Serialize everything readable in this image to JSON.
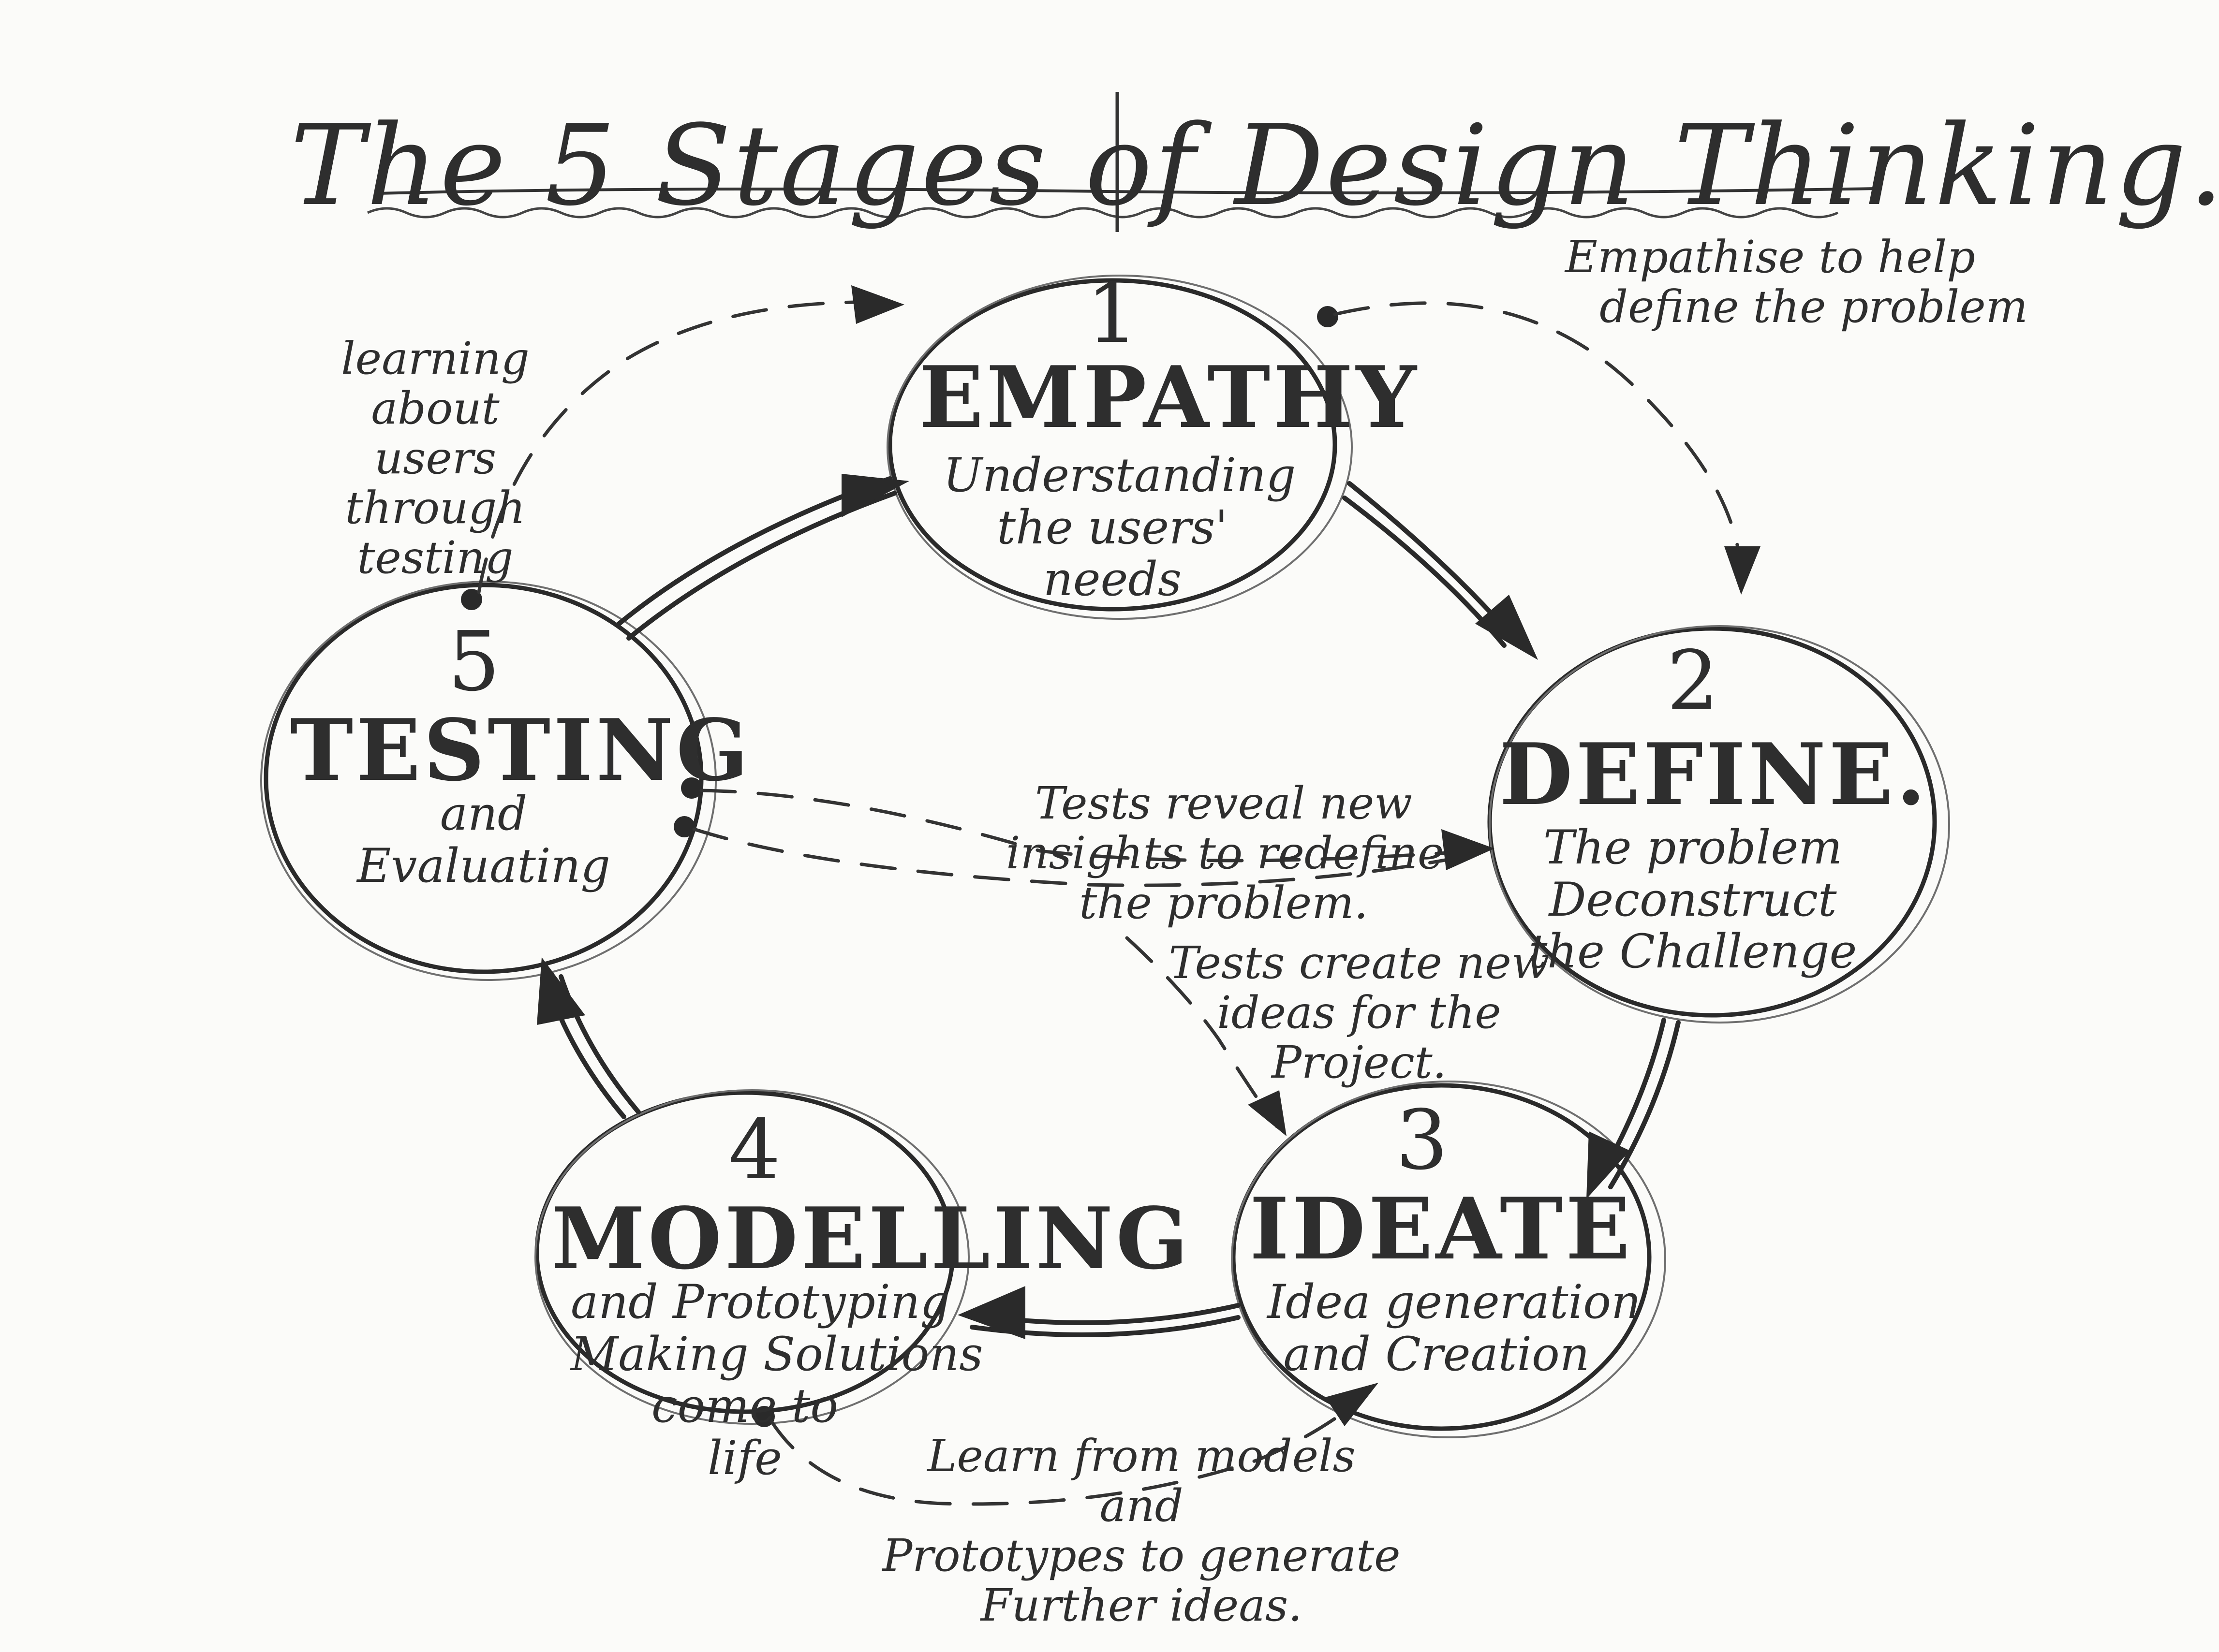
{
  "title": "The 5 Stages of Design Thinking.",
  "stages": [
    {
      "number": "1",
      "name": "EMPATHY",
      "description": [
        "Understanding",
        "the users'",
        "needs"
      ]
    },
    {
      "number": "2",
      "name": "DEFINE.",
      "description": [
        "The problem",
        "Deconstruct",
        "the Challenge"
      ]
    },
    {
      "number": "3",
      "name": "IDEATE",
      "description": [
        "Idea generation",
        "and Creation"
      ]
    },
    {
      "number": "4",
      "name": "MODELLING",
      "description": [
        "and Prototyping",
        "Making Solutions",
        "come to",
        "life"
      ]
    },
    {
      "number": "5",
      "name": "TESTING",
      "description": [
        "and",
        "Evaluating"
      ]
    }
  ],
  "annotations": {
    "empathise": [
      "Empathise to help",
      "define the problem"
    ],
    "learning": [
      "learning",
      "about",
      "users",
      "through",
      "testing"
    ],
    "tests_reveal": [
      "Tests reveal new",
      "insights to redefine",
      "the problem."
    ],
    "tests_create": [
      "Tests create new",
      "ideas for the",
      "Project."
    ],
    "learn_from": [
      "Learn from models",
      "and",
      "Prototypes to generate",
      "Further ideas."
    ]
  },
  "colors": {
    "ink": "#2a2a2a",
    "paper": "#fbfbf9"
  }
}
